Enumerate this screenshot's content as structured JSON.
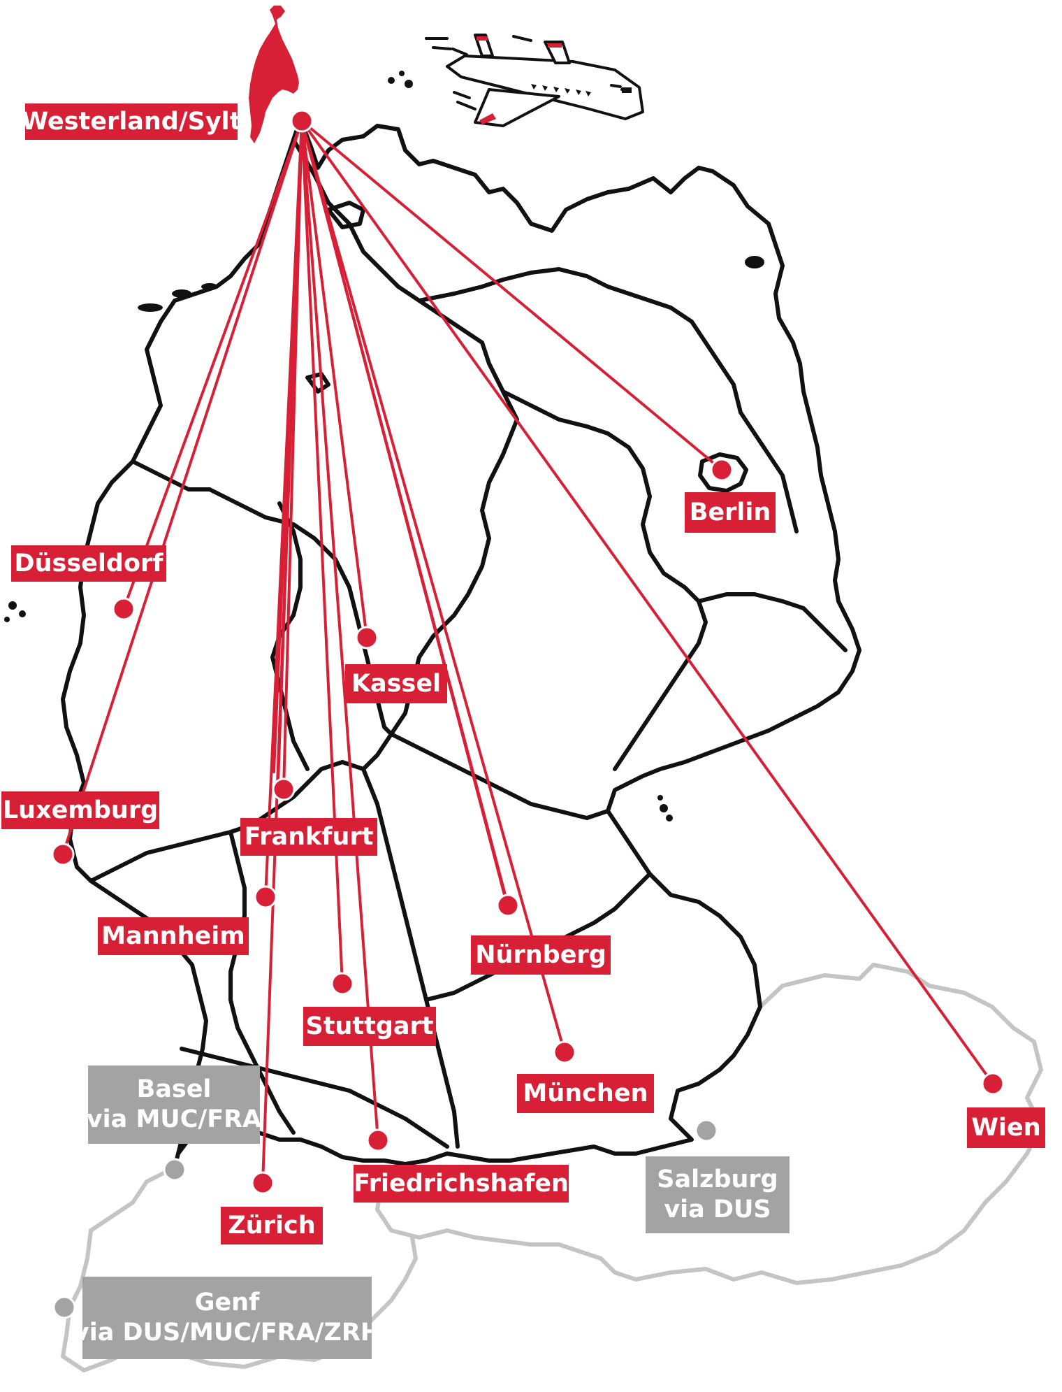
{
  "colors": {
    "route": "#d71f36",
    "label_red": "#d71f36",
    "label_grey": "#a3a3a3",
    "border_black": "#111111",
    "border_grey": "#c4c4c4",
    "map_background": "#ffffff"
  },
  "origin": {
    "name": "Westerland/Sylt"
  },
  "icons": {
    "airplane": "airplane-icon",
    "island": "sylt-island-icon"
  },
  "destinations": [
    {
      "id": "duesseldorf",
      "name": "Düsseldorf"
    },
    {
      "id": "luxemburg",
      "name": "Luxemburg"
    },
    {
      "id": "mannheim",
      "name": "Mannheim"
    },
    {
      "id": "zuerich",
      "name": "Zürich"
    },
    {
      "id": "frankfurt",
      "name": "Frankfurt"
    },
    {
      "id": "stuttgart",
      "name": "Stuttgart"
    },
    {
      "id": "friedrichshafen",
      "name": "Friedrichshafen"
    },
    {
      "id": "kassel",
      "name": "Kassel"
    },
    {
      "id": "nuernberg",
      "name": "Nürnberg"
    },
    {
      "id": "muenchen",
      "name": "München"
    },
    {
      "id": "berlin",
      "name": "Berlin"
    },
    {
      "id": "wien",
      "name": "Wien"
    }
  ],
  "connections_via": [
    {
      "id": "basel",
      "name": "Basel",
      "via": "via MUC/FRA"
    },
    {
      "id": "salzburg",
      "name": "Salzburg",
      "via": "via DUS"
    },
    {
      "id": "genf",
      "name": "Genf",
      "via": "via DUS/MUC/FRA/ZRH"
    }
  ]
}
